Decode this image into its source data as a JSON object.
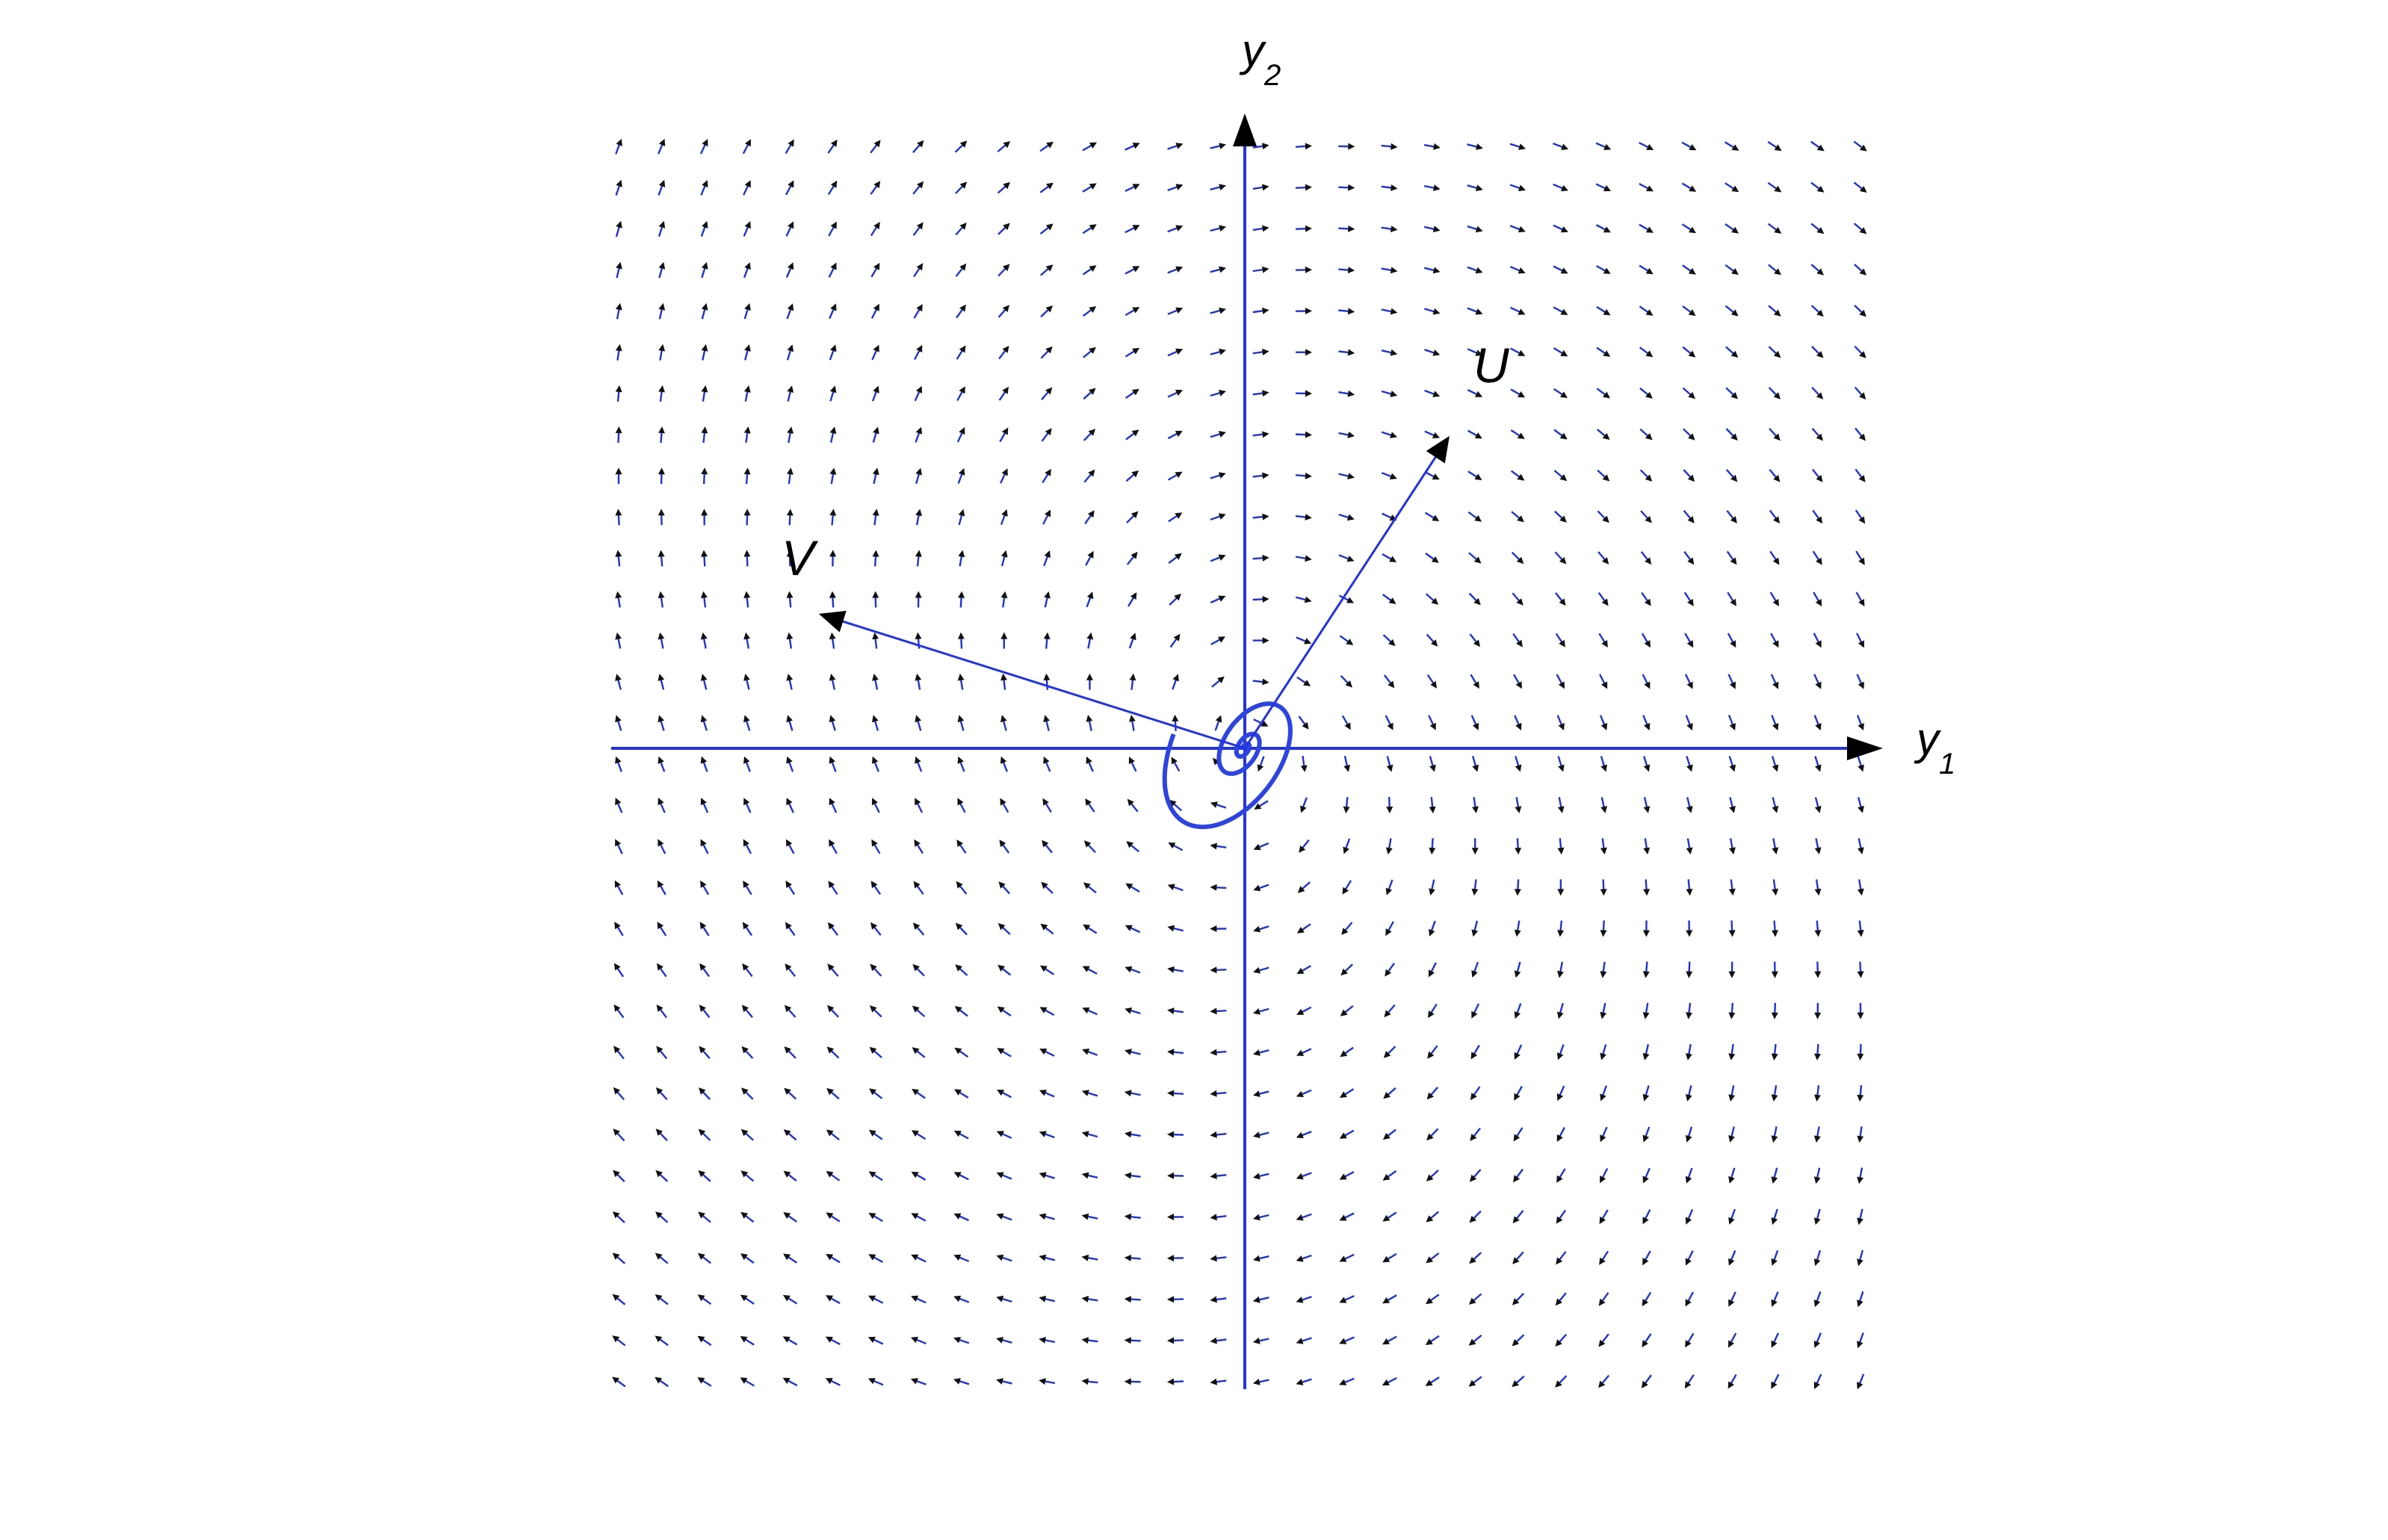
{
  "axes": {
    "x_label": "y",
    "x_subscript": "1",
    "y_label": "y",
    "y_subscript": "2"
  },
  "eigenvectors": [
    {
      "label": "U",
      "direction": [
        0.55,
        0.84
      ]
    },
    {
      "label": "V",
      "direction": [
        -0.95,
        0.3
      ]
    }
  ],
  "system": {
    "type": "phase portrait, unstable spiral",
    "growth_rate": 0.25,
    "turn_direction": "clockwise"
  },
  "colors": {
    "axis": "#2233dd",
    "trajectory": "#2d44e0",
    "arrow_head": "#111111",
    "arrow_shaft": "#2233cc",
    "background": "#ffffff"
  },
  "field_grid": {
    "columns": 30,
    "rows": 31
  }
}
